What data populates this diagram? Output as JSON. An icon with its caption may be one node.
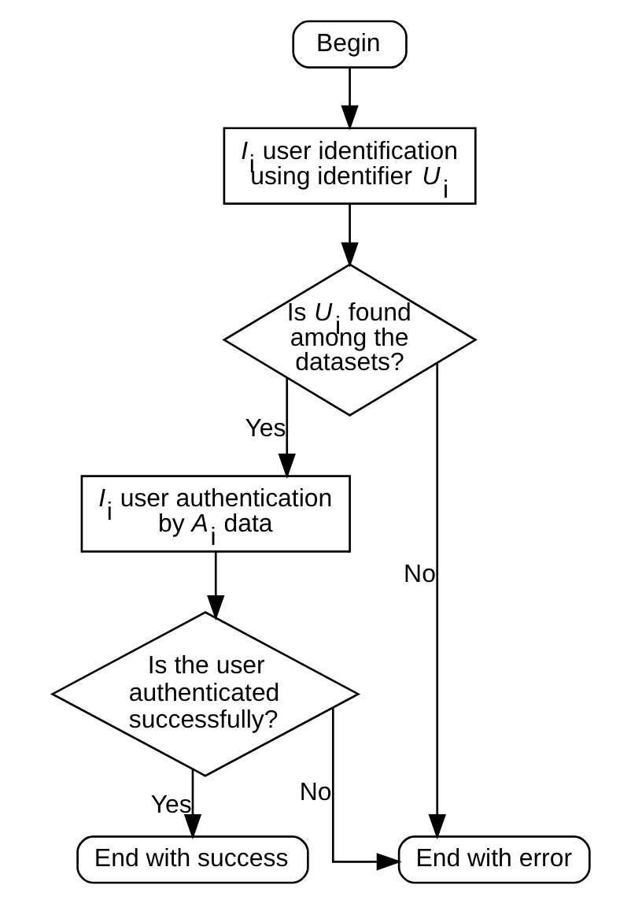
{
  "diagram": {
    "nodes": [
      {
        "text": [
          "Begin"
        ]
      },
      {
        "text": [
          "*I*$_{i}$ user identification using identifier *U*$_{i}$"
        ]
      },
      {
        "text": [
          "Is *U*$_{i}$ found among the datasets?"
        ]
      },
      {
        "text": [
          "*I*$_{i}$ user authentication by *A*$_{i}$ data"
        ]
      },
      {
        "text": [
          "Is the user authenticated successfully?"
        ]
      },
      {
        "text": [
          "End with success"
        ]
      },
      {
        "text": [
          "End with error"
        ]
      }
    ],
    "edges": [
      {
        "from": 0,
        "to": 1,
        "arrow": "to"
      },
      {
        "from": 1,
        "to": 2,
        "arrow": "to"
      },
      {
        "from": 2,
        "to": 3,
        "arrow": "to",
        "label": "Yes"
      },
      {
        "from": 2,
        "to": 6,
        "arrow": "to",
        "label": "No"
      },
      {
        "from": 3,
        "to": 4,
        "arrow": "to"
      },
      {
        "from": 4,
        "to": 5,
        "arrow": "to",
        "label": "Yes"
      },
      {
        "from": 4,
        "to": 6,
        "arrow": "to",
        "label": "No"
      }
    ]
  }
}
